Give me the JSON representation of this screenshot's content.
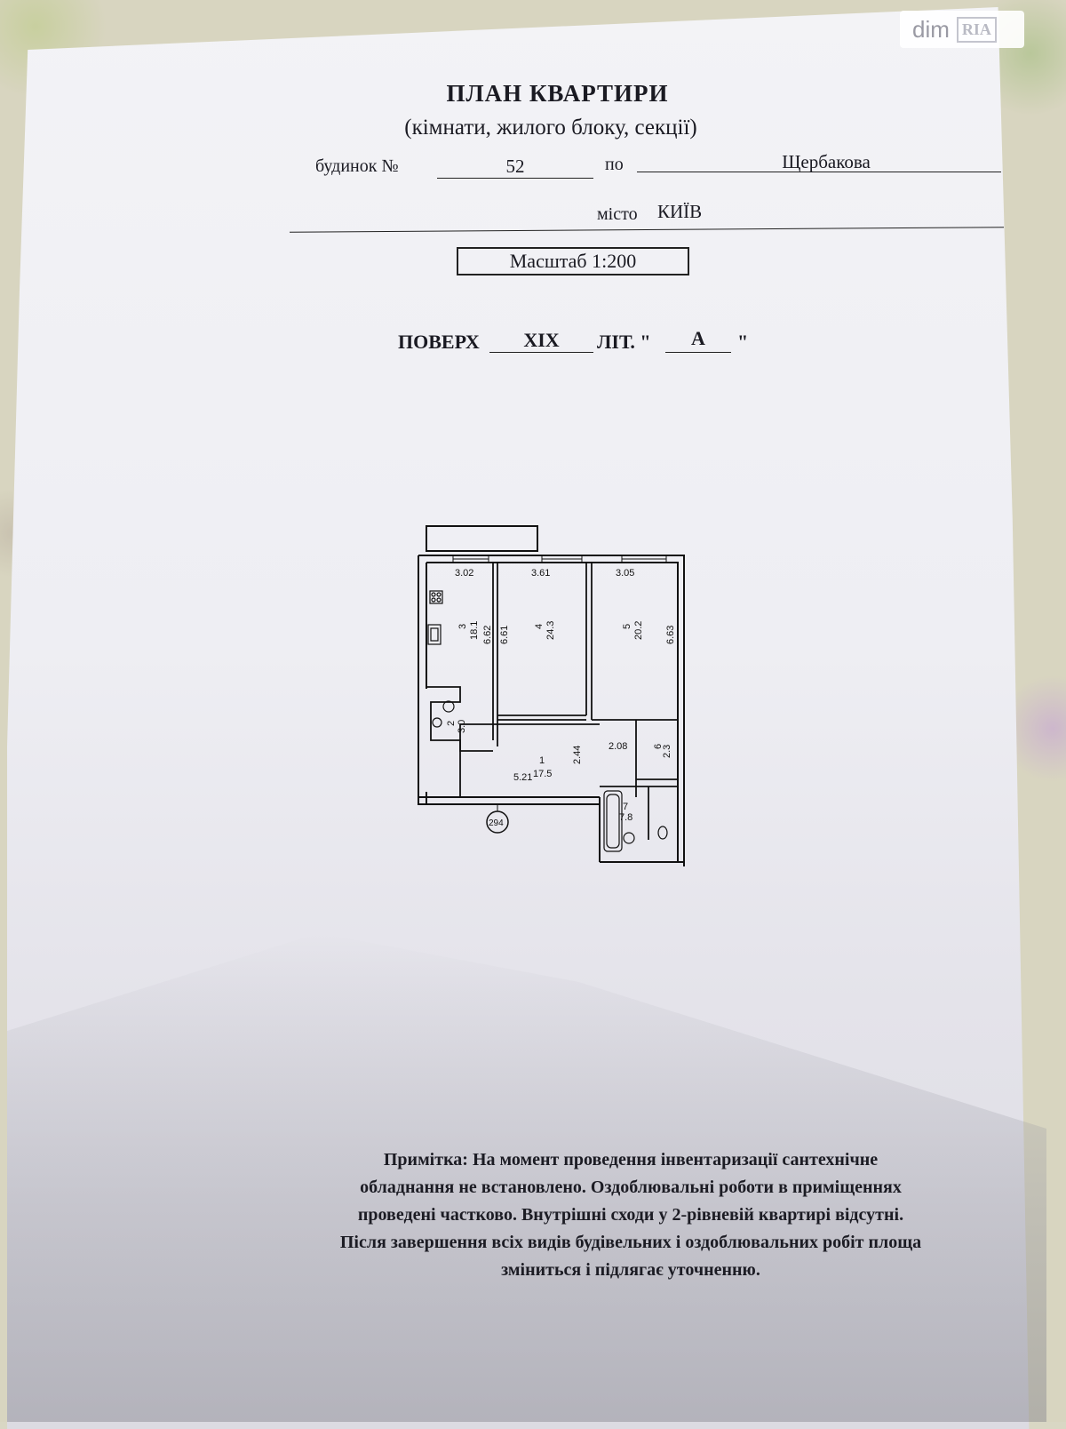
{
  "watermark": {
    "brand": "dim",
    "mark": "RIA"
  },
  "header": {
    "title": "ПЛАН КВАРТИРИ",
    "subtitle": "(кімнати, жилого блоку, секції)",
    "house_label": "будинок №",
    "house_number": "52",
    "street_label": "по",
    "street": "Щербакова",
    "city_label": "місто",
    "city": "КИЇВ",
    "scale": "Масштаб 1:200",
    "floor_label": "ПОВЕРХ",
    "floor": "XIX",
    "lit_label": "ЛІТ. \"",
    "lit": "А",
    "lit_close": "\""
  },
  "plan": {
    "building_ref": "294",
    "rooms": [
      {
        "id": "1",
        "area": "17.5"
      },
      {
        "id": "2",
        "area": "3.0"
      },
      {
        "id": "3",
        "area": "18.1"
      },
      {
        "id": "4",
        "area": "24.3"
      },
      {
        "id": "5",
        "area": "20.2"
      },
      {
        "id": "6",
        "area": "2.3"
      },
      {
        "id": "7",
        "area": "7.8"
      }
    ],
    "dimensions": {
      "room3_width": "3.02",
      "room3_length": "6.62",
      "room4_width": "3.61",
      "room4_length": "6.61",
      "room5_width": "3.05",
      "room5_length": "6.63",
      "room1_width": "5.21",
      "room1_depth": "2.44",
      "corridor_width": "2.08"
    }
  },
  "note": {
    "line1": "Примітка: На момент проведення інвентаризації сантехнічне",
    "line2": "обладнання не встановлено. Оздоблювальні роботи в приміщеннях",
    "line3": "проведені частково. Внутрішні сходи у 2-рівневій квартирі відсутні.",
    "line4": "Після завершення всіх видів будівельних і оздоблювальних робіт площа",
    "line5": "зміниться і підлягає уточненню."
  }
}
